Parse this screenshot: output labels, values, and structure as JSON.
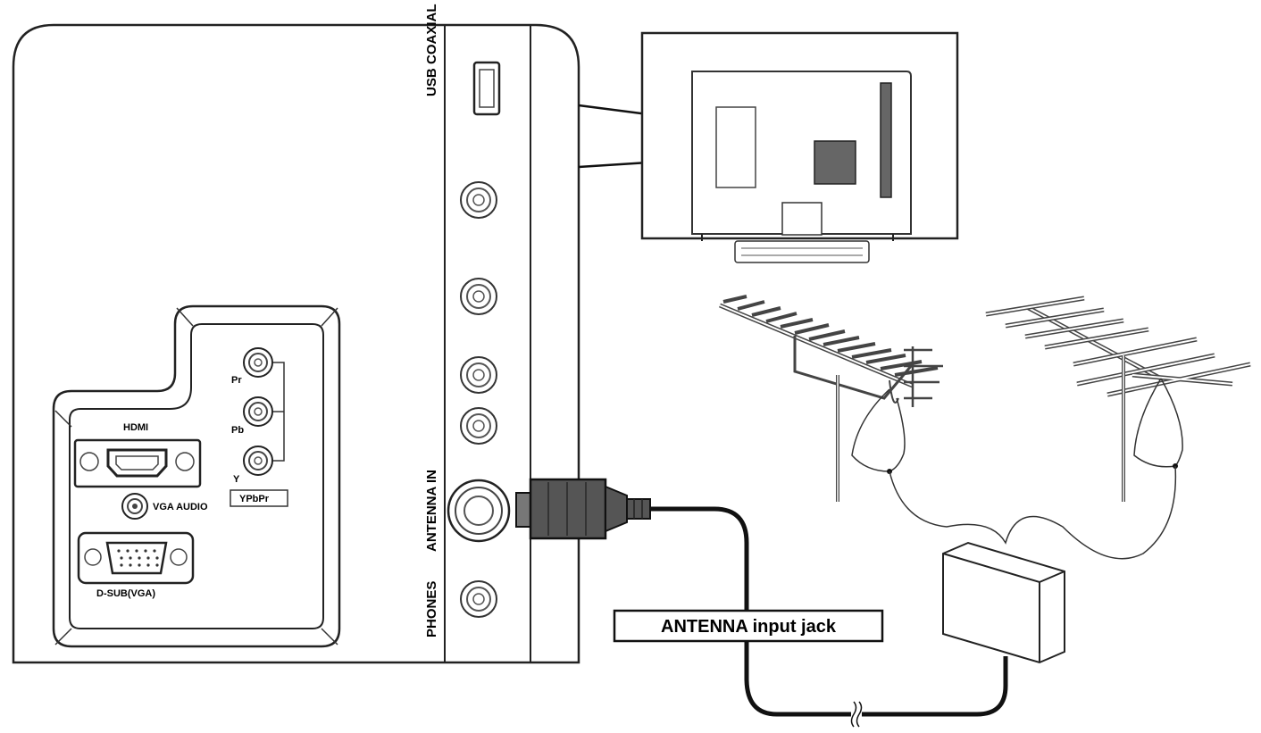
{
  "labels": {
    "usb": "USB",
    "coaxial": "COAXIAL",
    "antenna_in": "ANTENNA IN",
    "phones": "PHONES",
    "hdmi": "HDMI",
    "vga_audio": "VGA AUDIO",
    "dsub": "D-SUB(VGA)",
    "ypbpr": "YPbPr",
    "pr": "Pr",
    "pb": "Pb",
    "y": "Y",
    "callout": "ANTENNA input jack"
  }
}
